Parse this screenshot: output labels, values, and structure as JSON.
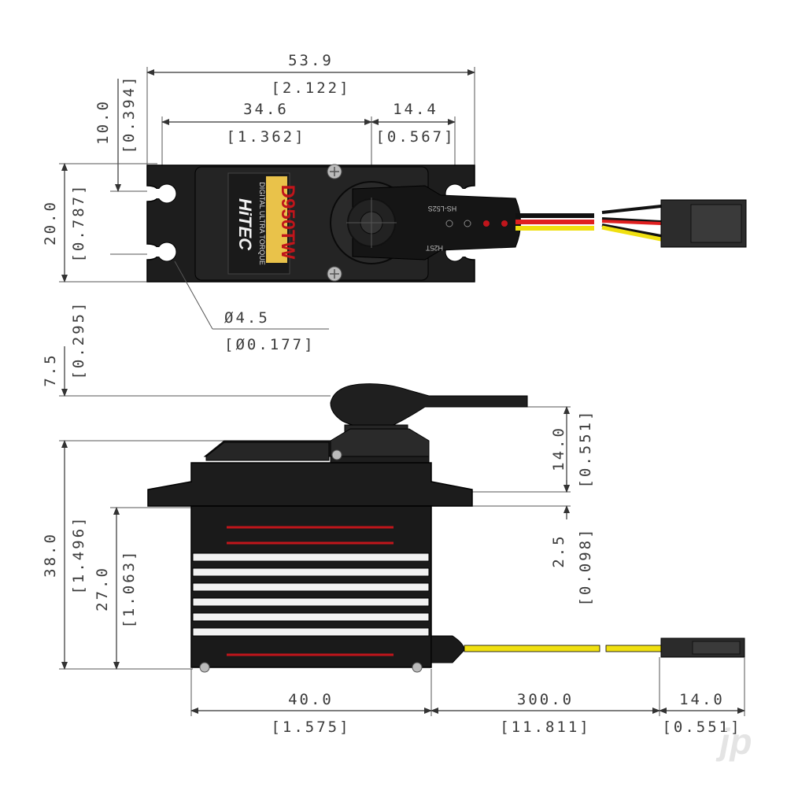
{
  "label": {
    "brand": "HiTEC",
    "model": "D950TW",
    "subtitle": "DIGITAL ULTRA TORQUE",
    "arm_top": "HS-L52S",
    "arm_bottom": "H25T",
    "watermark": "jp"
  },
  "dims": {
    "overall_width": "53.9",
    "overall_width_in": "[2.122]",
    "left_to_shaft": "34.6",
    "left_to_shaft_in": "[1.362]",
    "shaft_to_end": "14.4",
    "shaft_to_end_in": "[0.567]",
    "top_offset": "10.0",
    "top_offset_in": "[0.394]",
    "body_width": "20.0",
    "body_width_in": "[0.787]",
    "hole_dia": "Ø4.5",
    "hole_dia_in": "[Ø0.177]",
    "arm_height": "7.5",
    "arm_height_in": "[0.295]",
    "total_height": "38.0",
    "total_height_in": "[1.496]",
    "body_height": "27.0",
    "body_height_in": "[1.063]",
    "top_section": "14.0",
    "top_section_in": "[0.551]",
    "flange_thick": "2.5",
    "flange_thick_in": "[0.098]",
    "body_length": "40.0",
    "body_length_in": "[1.575]",
    "wire_length": "300.0",
    "wire_length_in": "[11.811]",
    "connector_length": "14.0",
    "connector_length_in": "[0.551]"
  }
}
